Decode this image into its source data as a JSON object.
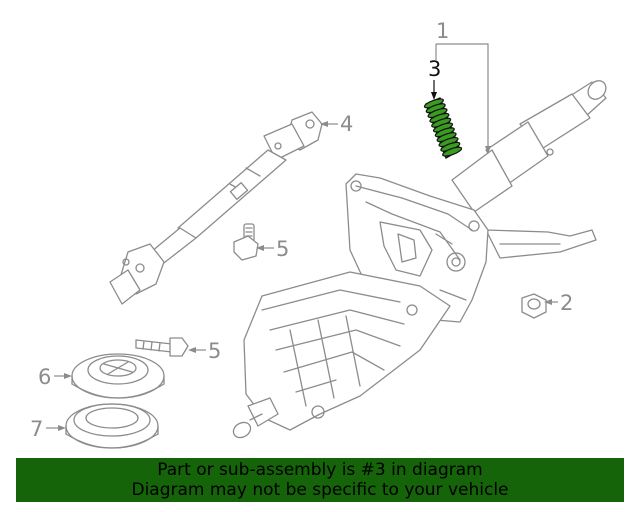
{
  "diagram": {
    "callouts": {
      "one": "1",
      "two": "2",
      "three": "3",
      "four": "4",
      "five_a": "5",
      "five_b": "5",
      "six": "6",
      "seven": "7"
    },
    "highlight_color": "#3a9a22",
    "line_color": "#8c8c8c"
  },
  "banner": {
    "line1": "Part or sub-assembly is #3 in diagram",
    "line2": "Diagram may not be specific to your vehicle",
    "background": "#156409"
  }
}
